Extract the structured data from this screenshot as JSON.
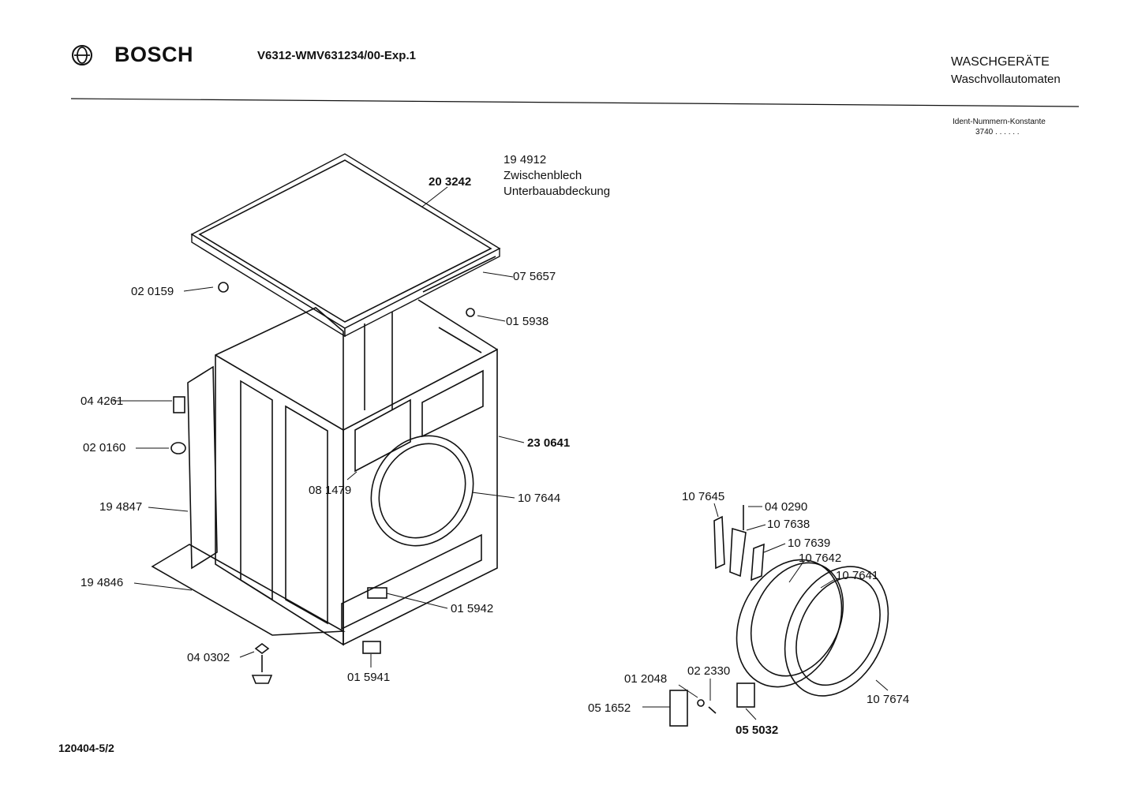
{
  "header": {
    "brand": "BOSCH",
    "model": "V6312-WMV631234/00-Exp.1",
    "category": "WASCHGERÄTE",
    "subcategory": "Waschvollautomaten",
    "ident_label": "Ident-Nummern-Konstante",
    "ident_value": "3740 . .  . . . ."
  },
  "footer": {
    "doc_id": "120404-5/2"
  },
  "labels": {
    "p194912": "19 4912",
    "zwischenblech": "Zwischenblech",
    "unterbau": "Unterbauabdeckung",
    "p203242": "20 3242",
    "p075657": "07 5657",
    "p020159": "02 0159",
    "p015938": "01 5938",
    "p044261": "04 4261",
    "p020160": "02 0160",
    "p230641": "23 0641",
    "p081479": "08 1479",
    "p107644": "10 7644",
    "p194847": "19 4847",
    "p194846": "19 4846",
    "p015942": "01 5942",
    "p040302": "04 0302",
    "p015941": "01 5941",
    "p107645": "10 7645",
    "p040290": "04 0290",
    "p107638": "10 7638",
    "p107639": "10 7639",
    "p107642": "10 7642",
    "p107641": "10 7641",
    "p022330": "02 2330",
    "p012048": "01 2048",
    "p051652": "05 1652",
    "p107674": "10 7674",
    "p055032": "05 5032"
  }
}
